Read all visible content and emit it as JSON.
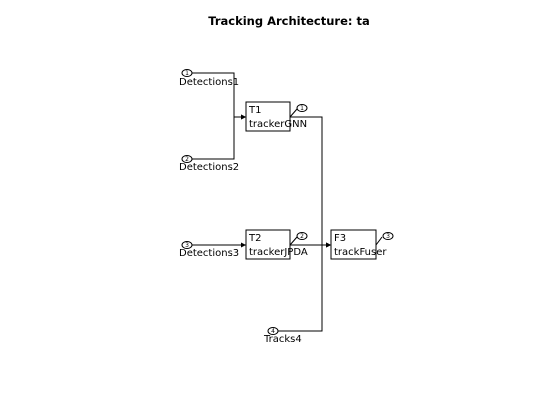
{
  "title": "Tracking Architecture: ta",
  "inputs": [
    {
      "id": "in1",
      "port": "1",
      "label": "Detections1"
    },
    {
      "id": "in2",
      "port": "2",
      "label": "Detections2"
    },
    {
      "id": "in3",
      "port": "3",
      "label": "Detections3"
    },
    {
      "id": "in4",
      "port": "4",
      "label": "Tracks4"
    }
  ],
  "blocks": [
    {
      "id": "T1",
      "name": "T1",
      "type": "trackerGNN",
      "out_port": "1"
    },
    {
      "id": "T2",
      "name": "T2",
      "type": "trackerJPDA",
      "out_port": "2"
    },
    {
      "id": "F3",
      "name": "F3",
      "type": "trackFuser",
      "out_port": "3"
    }
  ],
  "connections": [
    [
      "Detections1",
      "T1"
    ],
    [
      "Detections2",
      "T1"
    ],
    [
      "Detections3",
      "T2"
    ],
    [
      "T1",
      "F3"
    ],
    [
      "T2",
      "F3"
    ],
    [
      "Tracks4",
      "F3"
    ]
  ]
}
